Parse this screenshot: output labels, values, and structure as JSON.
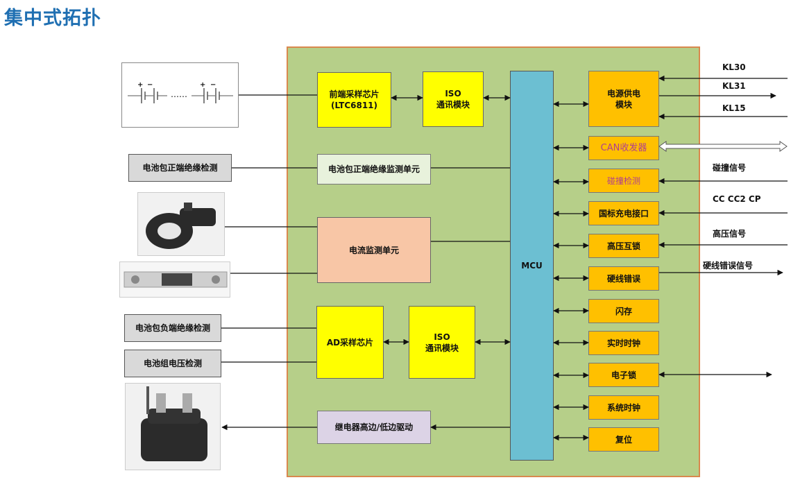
{
  "title": "集中式拓扑",
  "blocks": {
    "afe_line1": "前端采样芯片",
    "afe_line2": "(LTC6811)",
    "iso1_line1": "ISO",
    "iso1_line2": "通讯模块",
    "pos_insulation_unit": "电池包正端绝缘监测单元",
    "current_unit": "电流监测单元",
    "ad_chip": "AD采样芯片",
    "iso2_line1": "ISO",
    "iso2_line2": "通讯模块",
    "relay_driver": "继电器高边/低边驱动",
    "mcu": "MCU"
  },
  "right_modules": {
    "power_line1": "电源供电",
    "power_line2": "模块",
    "can": "CAN收发器",
    "collision": "碰撞检测",
    "charge_port": "国标充电接口",
    "hvil": "高压互锁",
    "hardwire_fault": "硬线错误",
    "flash": "闪存",
    "rtc": "实时时钟",
    "elock": "电子锁",
    "sys_clock": "系统时钟",
    "reset": "复位"
  },
  "external_labels": {
    "kl30": "KL30",
    "kl31": "KL31",
    "kl15": "KL15",
    "collision_signal": "碰撞信号",
    "cc_cp": "CC CC2 CP",
    "hv_signal": "高压信号",
    "hardwire_fault_signal": "硬线错误信号"
  },
  "left_items": {
    "pos_insulation_detect": "电池包正端绝缘检测",
    "neg_insulation_detect": "电池包负端绝缘检测",
    "pack_voltage_detect": "电池组电压检测",
    "cell_dots": "……",
    "cell_plus": "+",
    "cell_minus": "−"
  },
  "colors": {
    "main_bg": "#b6cf89",
    "main_border": "#d9884e",
    "yellow": "#ffff00",
    "orange": "#ffc000",
    "mcu": "#6cbfd2",
    "pink": "#f8c6a6",
    "title": "#1f6fb2"
  }
}
